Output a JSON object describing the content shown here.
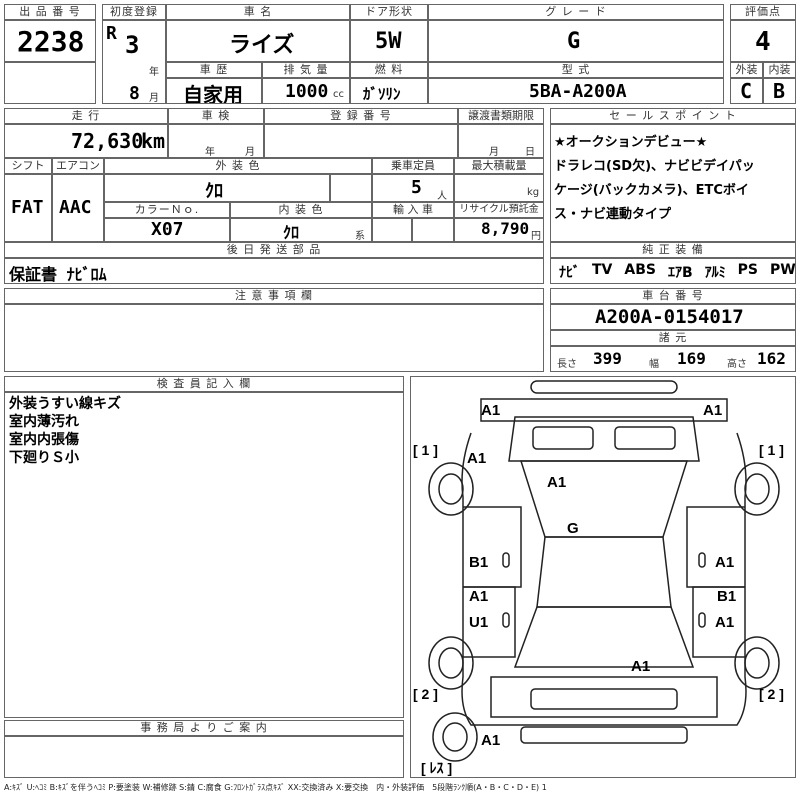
{
  "header": {
    "lot_no_label": "出 品 番 号",
    "lot_no": "2238",
    "first_reg_label": "初度登録",
    "era": "R",
    "year": "3",
    "year_unit": "年",
    "month": "8",
    "month_unit": "月",
    "car_name_label": "車 名",
    "car_name": "ライズ",
    "door_label": "ドア形状",
    "door": "5W",
    "grade_label": "グ レ ー ド",
    "grade": "G",
    "score_label": "評価点",
    "score": "4",
    "history_label": "車 歴",
    "history": "自家用",
    "displacement_label": "排 気 量",
    "displacement": "1000",
    "displacement_unit": "cc",
    "fuel_label": "燃 料",
    "fuel": "ｶﾞｿﾘﾝ",
    "model_label": "型 式",
    "model": "5BA-A200A",
    "exterior_label": "外装",
    "exterior": "C",
    "interior_label": "内装",
    "interior": "B"
  },
  "row2": {
    "mileage_label": "走 行",
    "mileage": "72,630",
    "mileage_unit": "km",
    "inspection_label": "車 検",
    "insp_year_unit": "年",
    "insp_month_unit": "月",
    "reg_label": "登 録 番 号",
    "transfer_label": "譲渡書類期限",
    "transfer_month_unit": "月",
    "transfer_day_unit": "日",
    "shift_label": "シフト",
    "shift": "FAT",
    "ac_label": "エアコン",
    "ac": "AAC",
    "color_label": "外 装 色",
    "color": "ｸﾛ",
    "capacity_label": "乗車定員",
    "capacity": "5",
    "capacity_unit": "人",
    "load_label": "最大積載量",
    "load_unit": "kg",
    "color_no_label": "カラーＮｏ.",
    "color_no": "X07",
    "int_color_label": "内 装 色",
    "int_color": "ｸﾛ",
    "int_color_unit": "系",
    "import_label": "輸 入 車",
    "recycle_label": "リサイクル預託金",
    "recycle": "8,790",
    "recycle_unit": "円"
  },
  "sales_point": {
    "label": "セ ー ル ス ポ イ ン ト",
    "lines": [
      "★オークションデビュー★",
      "ドラレコ(SD欠)、ナビビデイパッ",
      "ケージ(バックカメラ)、ETCボイ",
      "ス・ナビ連動タイプ"
    ]
  },
  "parts": {
    "label": "後 日 発 送 部 品",
    "value": "保証書 ﾅﾋﾞﾛﾑ"
  },
  "equipment": {
    "label": "純 正 装 備",
    "items": [
      "ﾅﾋﾞ",
      "TV",
      "ABS",
      "ｴｱB",
      "ｱﾙﾐ",
      "PS",
      "PW"
    ]
  },
  "notes": {
    "label": "注 意 事 項 欄"
  },
  "chassis": {
    "label": "車 台 番 号",
    "value": "A200A-0154017",
    "spec_label": "諸 元",
    "length_label": "長さ",
    "length": "399",
    "width_label": "幅",
    "width": "169",
    "height_label": "高さ",
    "height": "162"
  },
  "inspector": {
    "label": "検 査 員 記 入 欄",
    "lines": [
      "外装うすい線キズ",
      "室内薄汚れ",
      "室内内張傷",
      "下廻りＳ小"
    ]
  },
  "office": {
    "label": "事 務 局 よ り ご 案 内"
  },
  "diagram": {
    "marks": [
      "A1",
      "A1",
      "A1",
      "A1",
      "G",
      "B1",
      "A1",
      "A1",
      "B1",
      "U1",
      "A1",
      "A1",
      "A1"
    ],
    "tire1": "[ 1 ]",
    "tire2": "[ 2 ]",
    "less": "[ ﾚｽ ]"
  },
  "legend": "A:ｷｽﾞ U:ﾍｺﾐ B:ｷｽﾞを伴うﾍｺﾐ P:要塗装 W:補修跡 S:錆 C:腐食 G:ﾌﾛﾝﾄｶﾞﾗｽ点ｷｽﾞ XX:交換済み X:要交換　内・外装評価　5段階ﾗﾝｸ順(A・B・C・D・E) 1"
}
